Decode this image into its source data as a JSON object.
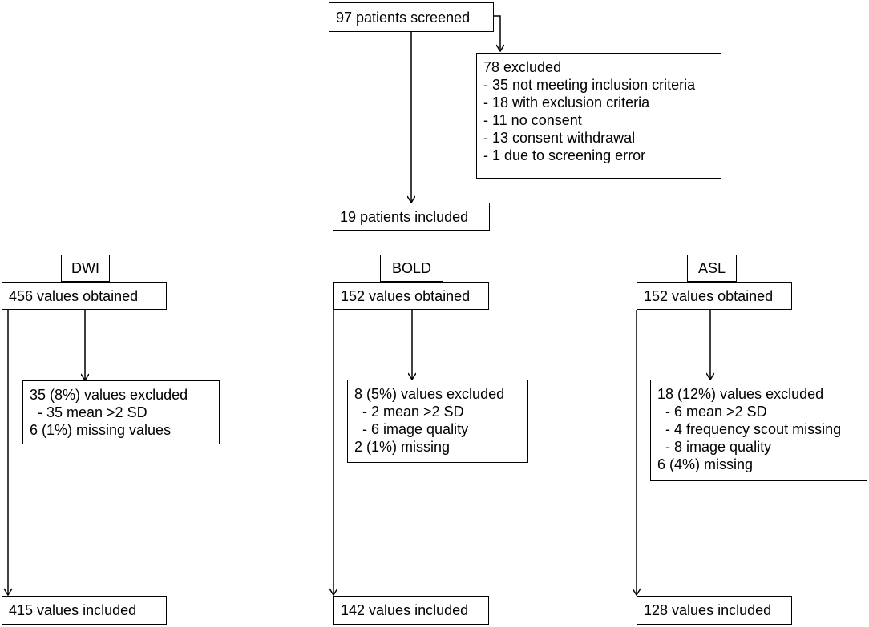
{
  "screening": {
    "screened": "97 patients screened",
    "excluded": [
      "78 excluded",
      "- 35 not meeting inclusion criteria",
      "- 18 with exclusion criteria",
      "- 11 no consent",
      "- 13 consent withdrawal",
      "- 1 due to screening error"
    ],
    "included": "19 patients included"
  },
  "branches": [
    {
      "label": "DWI",
      "obtained": "456 values obtained",
      "excluded": [
        "35 (8%) values excluded",
        "  - 35 mean >2 SD",
        "6 (1%) missing values"
      ],
      "included": "415 values included"
    },
    {
      "label": "BOLD",
      "obtained": "152 values obtained",
      "excluded": [
        "8 (5%) values excluded",
        "  - 2 mean >2 SD",
        "  - 6 image quality",
        "2 (1%) missing"
      ],
      "included": "142 values included"
    },
    {
      "label": "ASL",
      "obtained": "152 values obtained",
      "excluded": [
        "18 (12%) values excluded",
        "  - 6 mean >2 SD",
        "  - 4 frequency scout missing",
        "  - 8 image quality",
        "6 (4%) missing"
      ],
      "included": "128 values included"
    }
  ]
}
